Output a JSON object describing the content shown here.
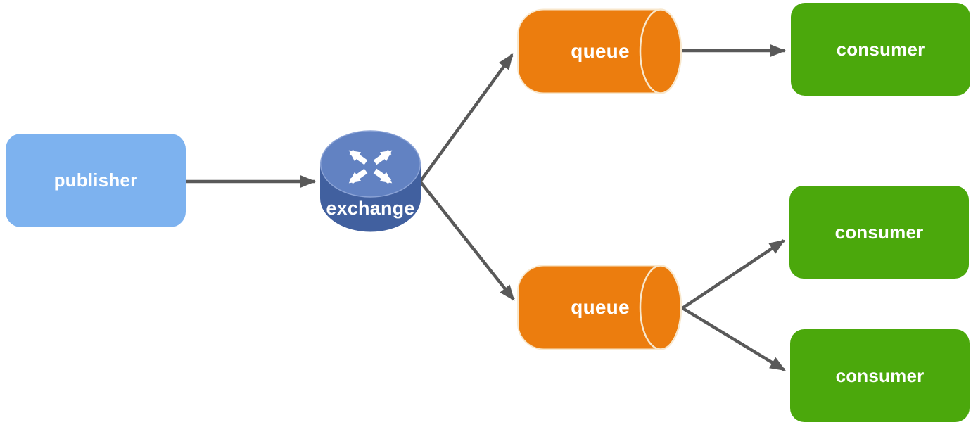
{
  "diagram": {
    "description": "Message broker fan-out diagram: a publisher sends to an exchange which routes to two queues consumed by three consumers",
    "nodes": {
      "publisher": {
        "label": "publisher"
      },
      "exchange": {
        "label": "exchange"
      },
      "queue_top": {
        "label": "queue"
      },
      "queue_bottom": {
        "label": "queue"
      },
      "consumer_top": {
        "label": "consumer"
      },
      "consumer_middle": {
        "label": "consumer"
      },
      "consumer_bottom": {
        "label": "consumer"
      }
    },
    "edges": [
      {
        "from": "publisher",
        "to": "exchange"
      },
      {
        "from": "exchange",
        "to": "queue_top"
      },
      {
        "from": "exchange",
        "to": "queue_bottom"
      },
      {
        "from": "queue_top",
        "to": "consumer_top"
      },
      {
        "from": "queue_bottom",
        "to": "consumer_middle"
      },
      {
        "from": "queue_bottom",
        "to": "consumer_bottom"
      }
    ],
    "colors": {
      "publisher_fill": "#7DB2EF",
      "exchange_top_fill": "#6282C2",
      "exchange_body_fill": "#41609F",
      "queue_fill": "#EC7D0E",
      "queue_outline": "#F8E7CC",
      "consumer_fill": "#4BA80C",
      "arrow": "#595959",
      "label_text": "#FFFFFF"
    }
  }
}
